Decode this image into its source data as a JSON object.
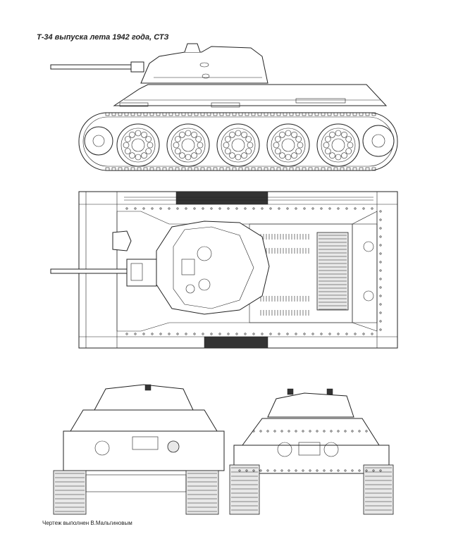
{
  "drawing": {
    "title": "Т-34 выпуска лета 1942 года, СТЗ",
    "credit": "Чертеж выполнен В.Мальгиновым"
  },
  "views": {
    "side": {
      "road_wheels": 5
    },
    "top": {},
    "front": {},
    "rear": {}
  }
}
